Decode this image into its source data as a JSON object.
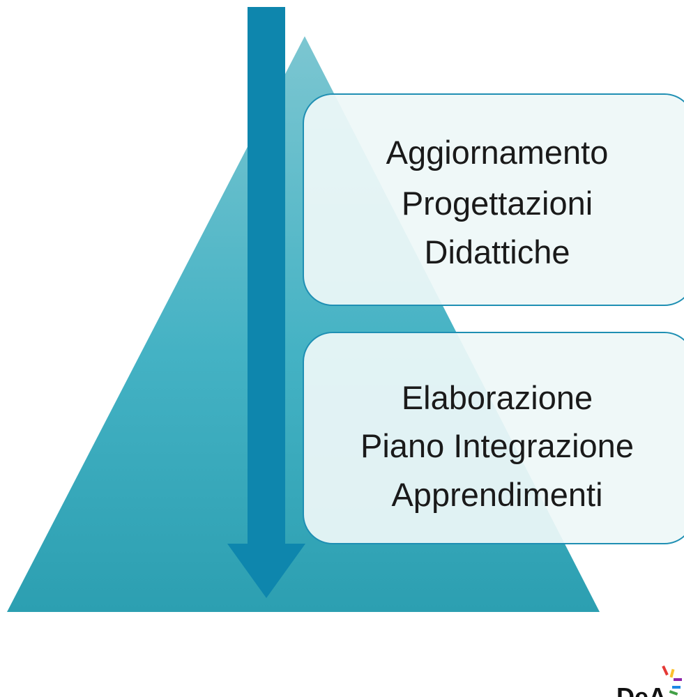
{
  "colors": {
    "triangle_top": "#6bbfcc",
    "triangle_bottom": "#2fa6b8",
    "arrow": "#0e86ad",
    "box_fill": "#eef7f8",
    "box_stroke": "#1f8fb3",
    "logo_text": "#111111"
  },
  "boxes": [
    {
      "lines": [
        "Aggiornamento",
        "Progettazioni",
        "Didattiche"
      ]
    },
    {
      "lines": [
        "Elaborazione",
        "Piano Integrazione",
        "Apprendimenti"
      ]
    }
  ],
  "logo": {
    "text": "DeA"
  }
}
